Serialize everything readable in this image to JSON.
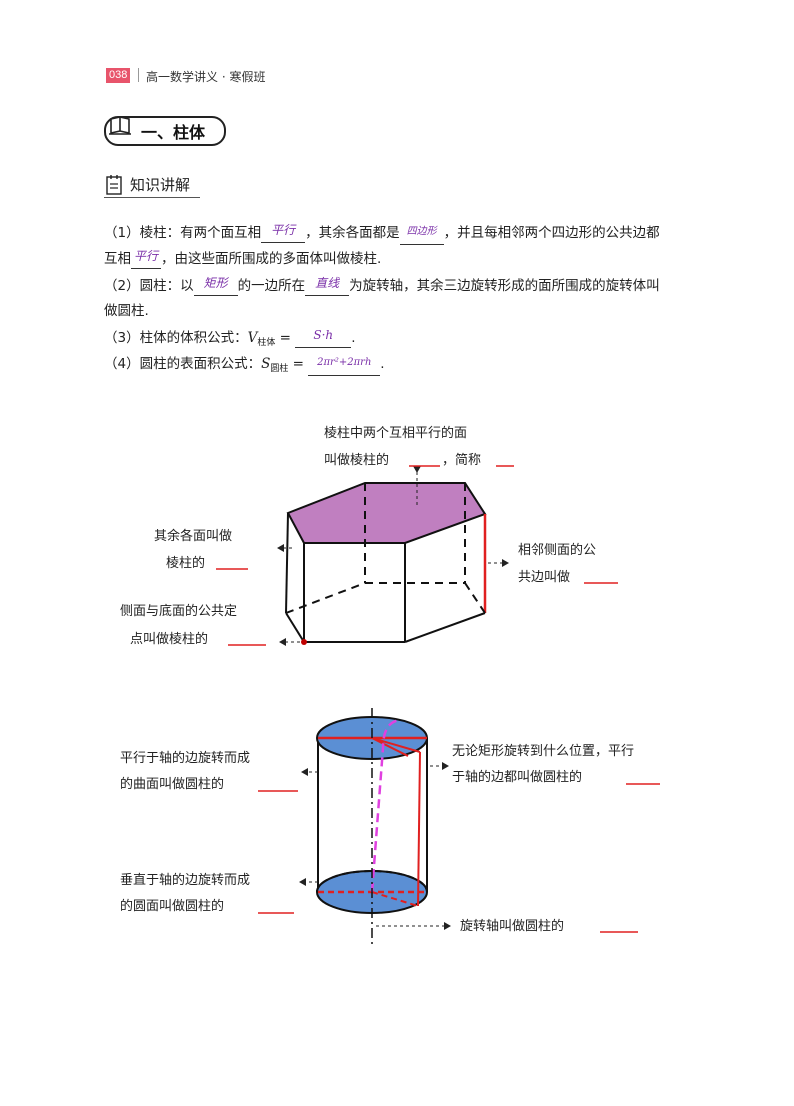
{
  "header": {
    "page_number": "038",
    "title": "高一数学讲义 · 寒假班"
  },
  "section": {
    "title": "一、柱体"
  },
  "subsection": {
    "title": "知识讲解"
  },
  "definitions": {
    "d1_a": "（1）棱柱：有两个面互相",
    "d1_fill1": "平行",
    "d1_b": "，其余各面都是",
    "d1_fill2": "四边形",
    "d1_c": "，并且每相邻两个四边形的公共边都",
    "d1_d": "互相",
    "d1_fill3": "平行",
    "d1_e": "，由这些面所围成的多面体叫做棱柱.",
    "d2_a": "（2）圆柱：以",
    "d2_fill1": "矩形",
    "d2_b": "的一边所在",
    "d2_fill2": "直线",
    "d2_c": "为旋转轴，其余三边旋转形成的面所围成的旋转体叫",
    "d2_d": "做圆柱.",
    "d3_a": "（3）柱体的体积公式：",
    "d3_var": "V",
    "d3_sub": "柱体",
    "d3_eq": " = ",
    "d3_fill": "S·h",
    "d3_end": ".",
    "d4_a": "（4）圆柱的表面积公式：",
    "d4_var": "S",
    "d4_sub": "圆柱",
    "d4_eq": " = ",
    "d4_fill": "2πr²+2πrh",
    "d4_end": "."
  },
  "prism_labels": {
    "top1": "棱柱中两个互相平行的面",
    "top2": "叫做棱柱的",
    "top3": "，简称",
    "left1": "其余各面叫做",
    "left2": "棱柱的",
    "right1": "相邻侧面的公",
    "right2": "共边叫做",
    "bottom1": "侧面与底面的公共定",
    "bottom2": "点叫做棱柱的"
  },
  "cylinder_labels": {
    "left_top1": "平行于轴的边旋转而成",
    "left_top2": "的曲面叫做圆柱的",
    "right_top1": "无论矩形旋转到什么位置，平行",
    "right_top2": "于轴的边都叫做圆柱的",
    "left_bottom1": "垂直于轴的边旋转而成",
    "left_bottom2": "的圆面叫做圆柱的",
    "right_bottom": "旋转轴叫做圆柱的"
  },
  "colors": {
    "accent": "#e8546b",
    "prism_face": "#c07fc0",
    "cylinder_face": "#5b8fd4",
    "red_line": "#e02020",
    "magenta": "#e040e0",
    "handwriting": "#7a2fa8"
  }
}
